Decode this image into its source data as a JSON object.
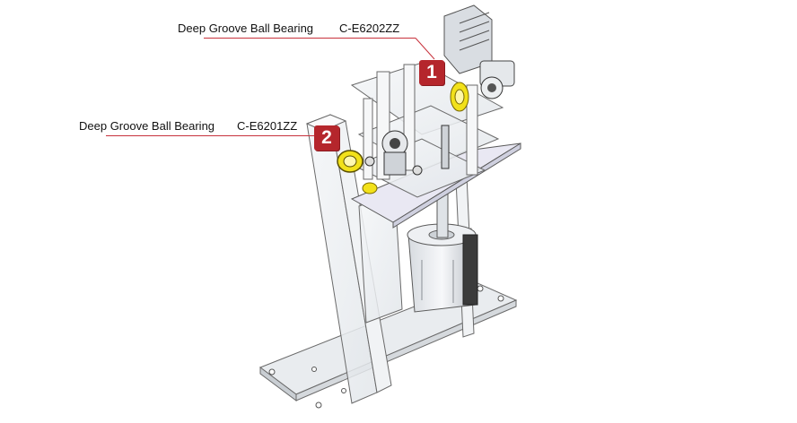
{
  "callouts": [
    {
      "number": "1",
      "name": "Deep Groove Ball Bearing",
      "part": "C-E6202ZZ"
    },
    {
      "number": "2",
      "name": "Deep Groove Ball Bearing",
      "part": "C-E6201ZZ"
    }
  ],
  "colors": {
    "accent": "#b5262c",
    "leader_line": "#c8323c",
    "bearing_yellow": "#f2e11a",
    "frame_edge": "#6a6a6a",
    "frame_fill": "#eef0f3"
  }
}
